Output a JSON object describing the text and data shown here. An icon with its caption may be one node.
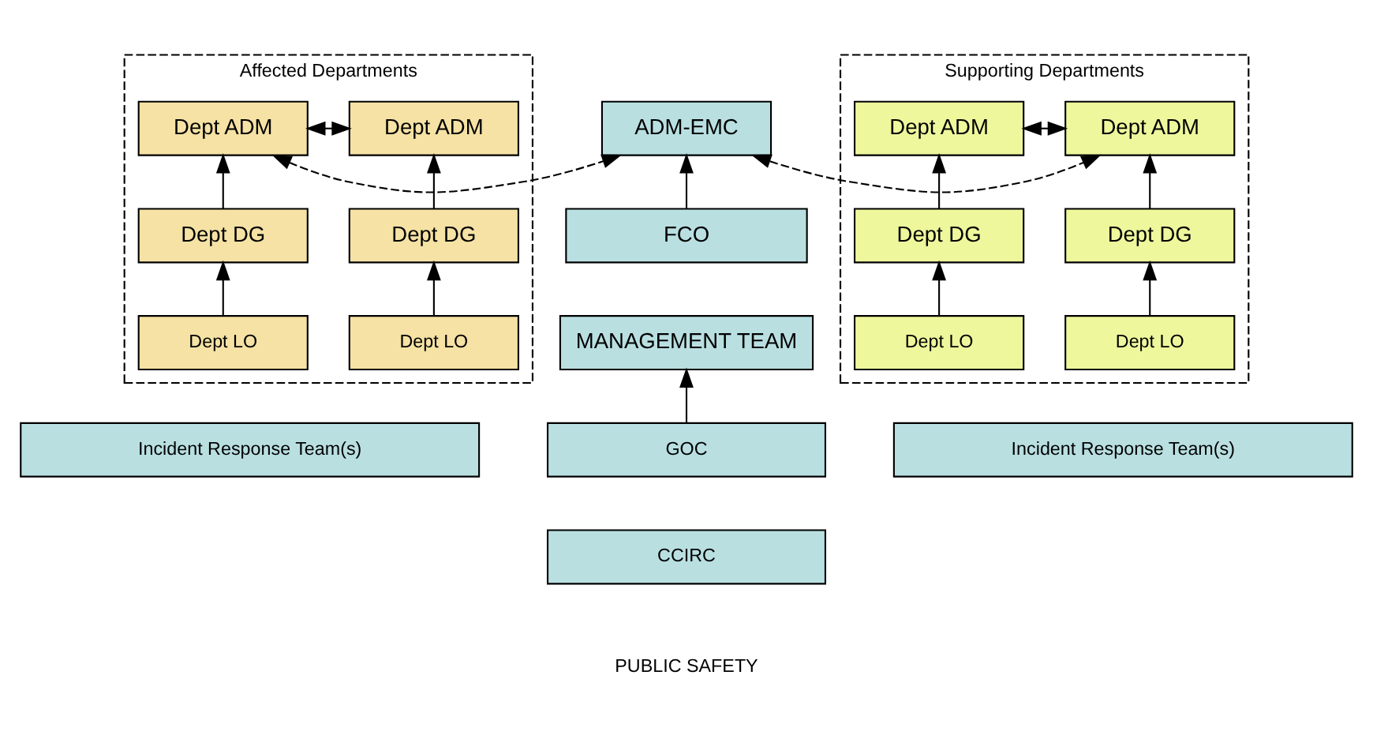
{
  "diagram": {
    "nodes": [
      {
        "text": [
          "Affected Departments"
        ]
      },
      {
        "text": [
          "Dept ADM"
        ],
        "in": 0
      },
      {
        "text": [
          "Dept ADM"
        ],
        "in": 0
      },
      {
        "text": [
          "Dept DG"
        ],
        "in": 0
      },
      {
        "text": [
          "Dept DG"
        ],
        "in": 0
      },
      {
        "text": [
          "Dept LO"
        ],
        "in": 0
      },
      {
        "text": [
          "Dept LO"
        ],
        "in": 0
      },
      {
        "text": [
          "ADM-EMC"
        ]
      },
      {
        "text": [
          "FCO"
        ]
      },
      {
        "text": [
          "MANAGEMENT TEAM"
        ]
      },
      {
        "text": [
          "GOC"
        ]
      },
      {
        "text": [
          "CCIRC"
        ]
      },
      {
        "text": [
          "Supporting Departments"
        ]
      },
      {
        "text": [
          "Dept ADM"
        ],
        "in": 12
      },
      {
        "text": [
          "Dept ADM"
        ],
        "in": 12
      },
      {
        "text": [
          "Dept DG"
        ],
        "in": 12
      },
      {
        "text": [
          "Dept DG"
        ],
        "in": 12
      },
      {
        "text": [
          "Dept LO"
        ],
        "in": 12
      },
      {
        "text": [
          "Dept LO"
        ],
        "in": 12
      },
      {
        "text": [
          "Incident Response Team(s)"
        ]
      },
      {
        "text": [
          "Incident Response Team(s)"
        ]
      }
    ],
    "edges": [
      {
        "from": 1,
        "to": 2,
        "arrow": "both",
        "style": "dashed"
      },
      {
        "from": 2,
        "to": 7,
        "arrow": "both",
        "style": "dashed"
      },
      {
        "from": 7,
        "to": 13,
        "arrow": "both",
        "style": "dashed"
      },
      {
        "from": 13,
        "to": 14,
        "arrow": "both",
        "style": "dashed"
      },
      {
        "from": 3,
        "to": 1,
        "arrow": "to"
      },
      {
        "from": 4,
        "to": 2,
        "arrow": "to"
      },
      {
        "from": 15,
        "to": 13,
        "arrow": "to"
      },
      {
        "from": 16,
        "to": 14,
        "arrow": "to"
      },
      {
        "from": 5,
        "to": 3,
        "arrow": "to"
      },
      {
        "from": 6,
        "to": 4,
        "arrow": "to"
      },
      {
        "from": 17,
        "to": 15,
        "arrow": "to"
      },
      {
        "from": 18,
        "to": 16,
        "arrow": "to"
      },
      {
        "from": 8,
        "to": 7,
        "arrow": "to"
      },
      {
        "from": 10,
        "to": 9,
        "arrow": "to"
      }
    ],
    "labels": [
      "PUBLIC SAFETY"
    ]
  }
}
